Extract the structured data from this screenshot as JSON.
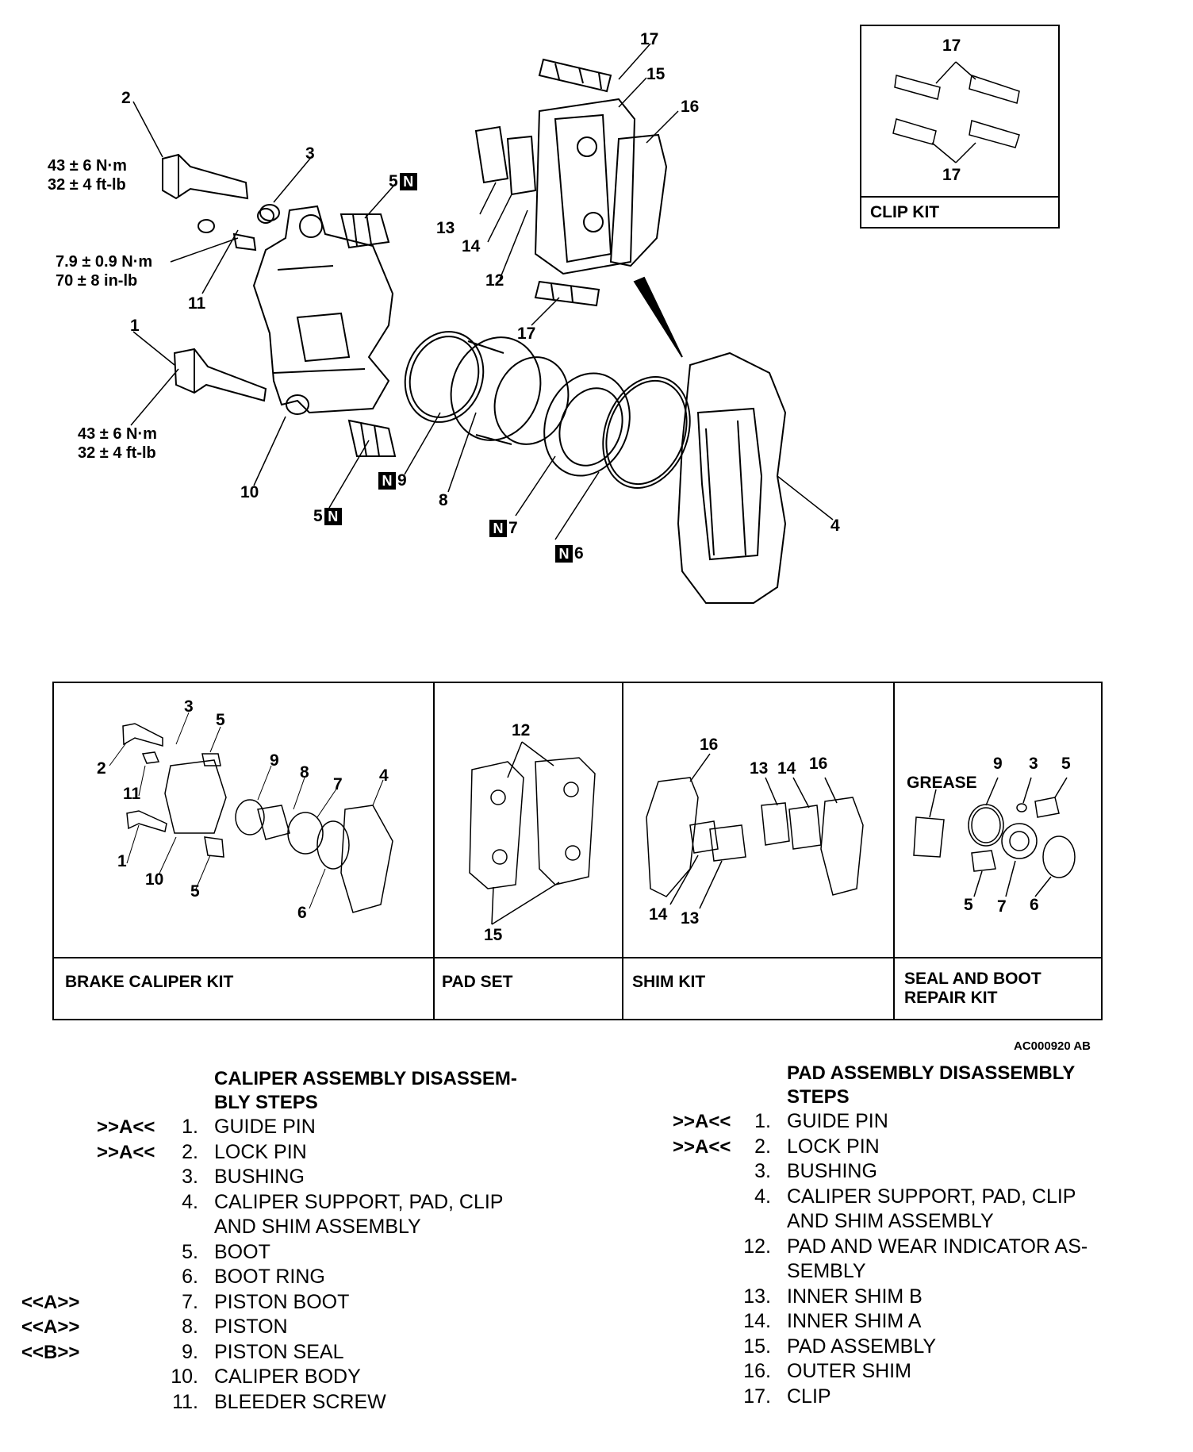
{
  "main_diagram": {
    "torques": {
      "guide_pin_upper": [
        "43 ± 6 N·m",
        "32 ± 4 ft-lb"
      ],
      "bleeder": [
        "7.9 ± 0.9 N·m",
        "70 ± 8 in-lb"
      ],
      "guide_pin_lower": [
        "43 ± 6 N·m",
        "32 ± 4 ft-lb"
      ]
    },
    "callouts": {
      "c1": "1",
      "c2": "2",
      "c3": "3",
      "c4": "4",
      "c5a": "5",
      "c5b": "5",
      "c6": "6",
      "c7": "7",
      "c8": "8",
      "c9": "9",
      "c10": "10",
      "c11": "11",
      "c12": "12",
      "c13": "13",
      "c14": "14",
      "c15": "15",
      "c16": "16",
      "c17a": "17",
      "c17b": "17"
    },
    "new_part_badge": "N"
  },
  "clip_kit": {
    "label": "CLIP KIT",
    "callout_top": "17",
    "callout_bottom": "17"
  },
  "kits": [
    {
      "label": "BRAKE CALIPER KIT",
      "parts": [
        "3",
        "5",
        "2",
        "11",
        "9",
        "8",
        "7",
        "4",
        "1",
        "10",
        "5",
        "6"
      ]
    },
    {
      "label": "PAD SET",
      "parts": [
        "12",
        "15"
      ]
    },
    {
      "label": "SHIM KIT",
      "parts": [
        "16",
        "13",
        "14",
        "16",
        "14",
        "13"
      ]
    },
    {
      "label_line1": "SEAL AND BOOT",
      "label_line2": "REPAIR KIT",
      "grease": "GREASE",
      "parts": [
        "9",
        "3",
        "5",
        "5",
        "7",
        "6"
      ]
    }
  ],
  "figure_code": "AC000920 AB",
  "caliper_steps": {
    "heading_line1": "CALIPER ASSEMBLY DISASSEM-",
    "heading_line2": "BLY STEPS",
    "rows": [
      {
        "mark": ">>A<<",
        "num": "1.",
        "text": "GUIDE PIN"
      },
      {
        "mark": ">>A<<",
        "num": "2.",
        "text": "LOCK PIN"
      },
      {
        "mark": "",
        "num": "3.",
        "text": "BUSHING"
      },
      {
        "mark": "",
        "num": "4.",
        "text": "CALIPER SUPPORT, PAD, CLIP"
      },
      {
        "mark": "",
        "num": "",
        "text": "AND SHIM ASSEMBLY"
      },
      {
        "mark": "",
        "num": "5.",
        "text": "BOOT"
      },
      {
        "mark": "",
        "num": "6.",
        "text": "BOOT RING"
      },
      {
        "mark": "<<A>>",
        "num": "7.",
        "text": "PISTON BOOT"
      },
      {
        "mark": "<<A>>",
        "num": "8.",
        "text": "PISTON"
      },
      {
        "mark": "<<B>>",
        "num": "9.",
        "text": "PISTON SEAL"
      },
      {
        "mark": "",
        "num": "10.",
        "text": "CALIPER BODY"
      },
      {
        "mark": "",
        "num": "11.",
        "text": "BLEEDER SCREW"
      }
    ]
  },
  "pad_steps": {
    "heading_line1": "PAD ASSEMBLY DISASSEMBLY",
    "heading_line2": "STEPS",
    "rows": [
      {
        "mark": ">>A<<",
        "num": "1.",
        "text": "GUIDE PIN"
      },
      {
        "mark": ">>A<<",
        "num": "2.",
        "text": "LOCK PIN"
      },
      {
        "mark": "",
        "num": "3.",
        "text": "BUSHING"
      },
      {
        "mark": "",
        "num": "4.",
        "text": "CALIPER SUPPORT, PAD, CLIP"
      },
      {
        "mark": "",
        "num": "",
        "text": "AND SHIM ASSEMBLY"
      },
      {
        "mark": "",
        "num": "12.",
        "text": "PAD AND WEAR INDICATOR  AS-"
      },
      {
        "mark": "",
        "num": "",
        "text": "SEMBLY"
      },
      {
        "mark": "",
        "num": "13.",
        "text": "INNER SHIM B"
      },
      {
        "mark": "",
        "num": "14.",
        "text": "INNER SHIM A"
      },
      {
        "mark": "",
        "num": "15.",
        "text": "PAD ASSEMBLY"
      },
      {
        "mark": "",
        "num": "16.",
        "text": "OUTER SHIM"
      },
      {
        "mark": "",
        "num": "17.",
        "text": "CLIP"
      }
    ]
  }
}
